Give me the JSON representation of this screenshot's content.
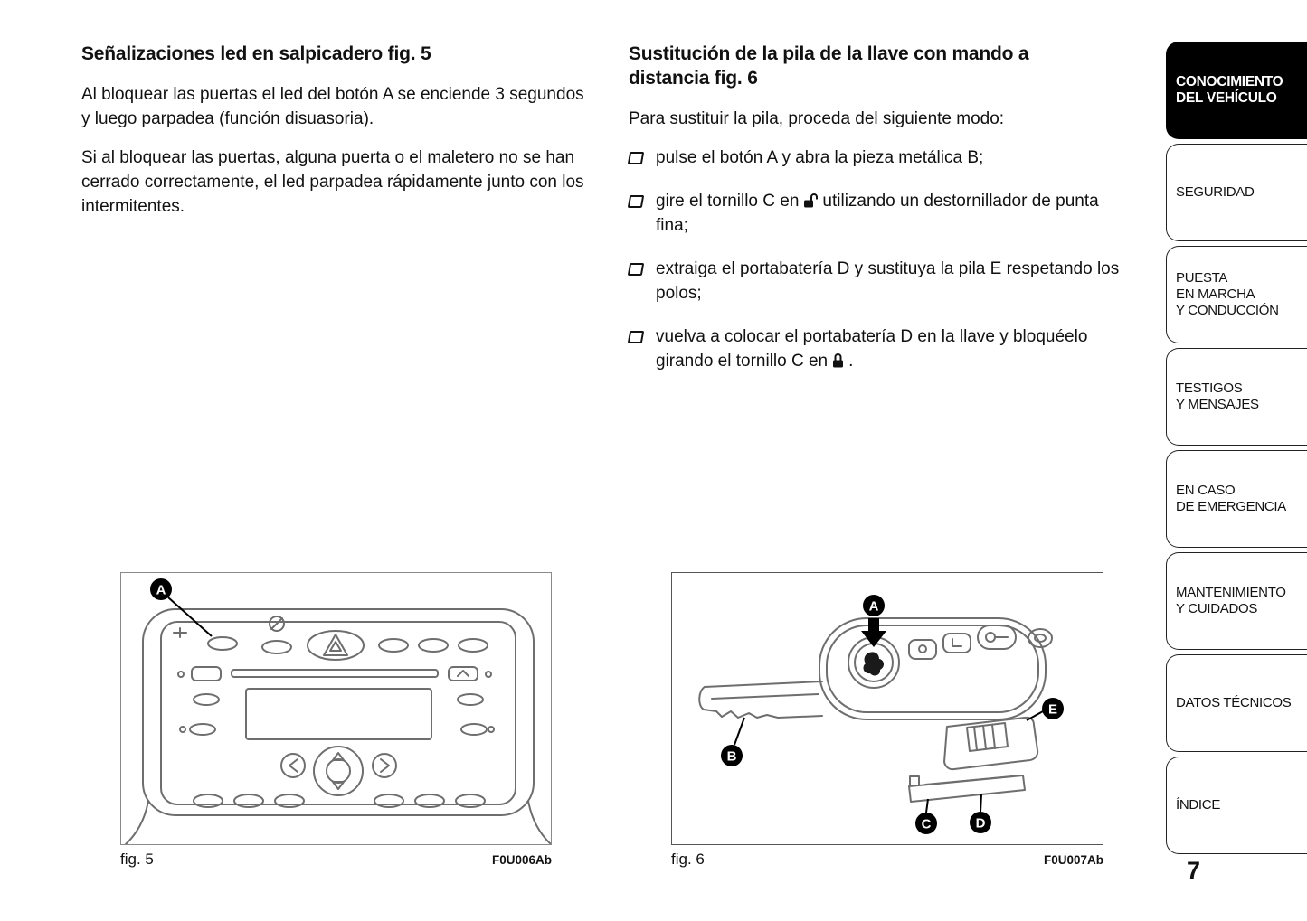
{
  "page": {
    "number": "7"
  },
  "colors": {
    "page_bg": "#ffffff",
    "text": "#111111",
    "tab_active_bg": "#000000",
    "tab_active_text": "#ffffff",
    "line_art": "#6e6e6e"
  },
  "icons": {
    "bullet": "open-square",
    "unlock": "open-padlock",
    "lock": "closed-padlock"
  },
  "left_column": {
    "heading": "Señalizaciones led en salpicadero fig. 5",
    "para1": "Al bloquear las puertas el led del botón A se enciende 3 segundos y luego parpadea (función disuasoria).",
    "para2": "Si al bloquear las puertas, alguna puerta o el maletero no se han cerrado correctamente, el led parpadea rápidamente junto con los intermitentes."
  },
  "right_column": {
    "heading": "Sustitución de la pila de la llave con mando a distancia fig. 6",
    "intro": "Para sustituir la pila, proceda del siguiente modo:",
    "bullets": [
      {
        "text": "pulse el botón A y abra la pieza metálica B;"
      },
      {
        "text_before": "gire el tornillo C en",
        "icon": "open-lock-icon",
        "text_after": "utilizando un destornillador de punta fina;"
      },
      {
        "text": "extraiga el portabatería D y sustituya la pila E respetando los polos;"
      },
      {
        "text_before": "vuelva a colocar el portabatería D en la llave y bloquéelo girando el tornillo C en",
        "icon": "closed-lock-icon",
        "text_after": "."
      }
    ]
  },
  "figures": {
    "fig5": {
      "caption": "fig. 5",
      "code": "F0U006Ab",
      "labels": [
        "A"
      ]
    },
    "fig6": {
      "caption": "fig. 6",
      "code": "F0U007Ab",
      "labels": [
        "A",
        "B",
        "C",
        "D",
        "E"
      ]
    }
  },
  "sidebar": {
    "tabs": [
      {
        "label": "CONOCIMIENTO\nDEL VEHÍCULO",
        "active": true
      },
      {
        "label": "SEGURIDAD",
        "active": false
      },
      {
        "label": "PUESTA\nEN MARCHA\nY CONDUCCIÓN",
        "active": false
      },
      {
        "label": "TESTIGOS\nY MENSAJES",
        "active": false
      },
      {
        "label": "EN CASO\nDE EMERGENCIA",
        "active": false
      },
      {
        "label": "MANTENIMIENTO\nY CUIDADOS",
        "active": false
      },
      {
        "label": "DATOS TÉCNICOS",
        "active": false
      },
      {
        "label": "ÍNDICE",
        "active": false
      }
    ]
  }
}
